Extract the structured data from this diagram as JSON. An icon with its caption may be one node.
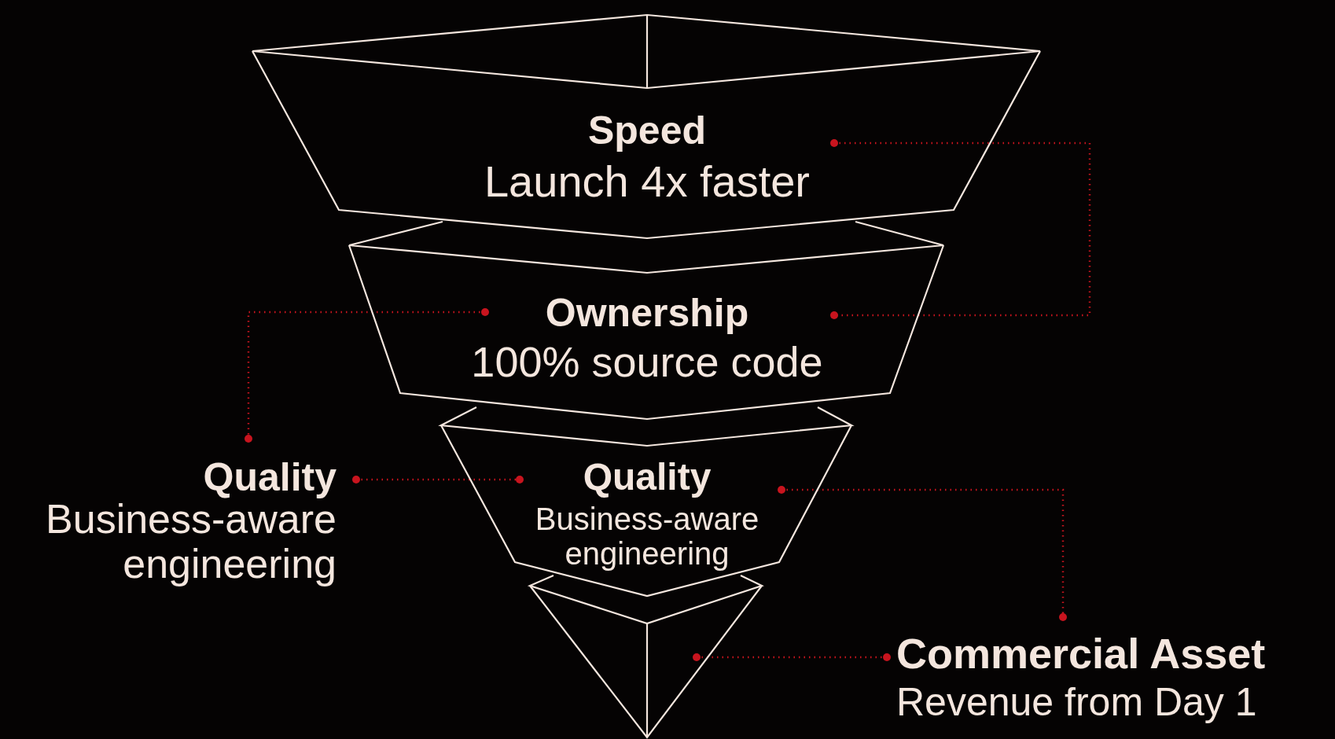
{
  "diagram": {
    "nodes": [
      {
        "text": [
          "Speed",
          "Launch 4x faster"
        ]
      },
      {
        "text": [
          "Ownership",
          "100% source code"
        ]
      },
      {
        "text": [
          "Quality",
          "Business-aware engineering"
        ]
      },
      {
        "text": [
          "Quality",
          "Business-aware engineering"
        ]
      },
      {
        "text": [],
        "shape": "box"
      },
      {
        "text": [
          "Commercial Asset",
          "Revenue from Day 1"
        ]
      }
    ],
    "edges": [
      {
        "from": 0,
        "to": 1,
        "arrow": "other",
        "style": "dashed",
        "color": "#c8141e"
      },
      {
        "from": 1,
        "to": 2,
        "arrow": "other",
        "style": "dashed",
        "color": "#c8141e"
      },
      {
        "from": 2,
        "to": 3,
        "arrow": "other",
        "style": "dashed",
        "color": "#c8141e"
      },
      {
        "from": 3,
        "to": 5,
        "arrow": "other",
        "style": "dashed",
        "color": "#c8141e"
      },
      {
        "from": 4,
        "to": 5,
        "arrow": "other",
        "style": "dashed",
        "color": "#c8141e"
      }
    ]
  }
}
